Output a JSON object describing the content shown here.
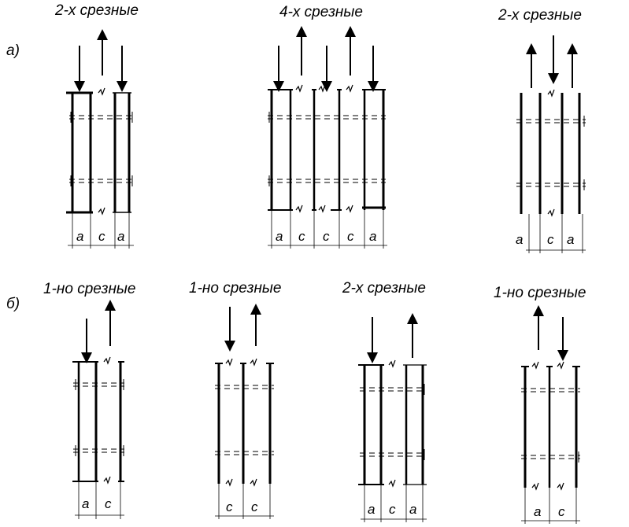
{
  "row_a": {
    "label": "а)",
    "titles": [
      "2-х срезные",
      "4-х срезные",
      "2-х срезные"
    ],
    "dims": [
      [
        "а",
        "с",
        "а"
      ],
      [
        "а",
        "с",
        "с",
        "с",
        "а"
      ],
      [
        "а",
        "с",
        "а"
      ]
    ]
  },
  "row_b": {
    "label": "б)",
    "titles": [
      "1-но срезные",
      "1-но срезные",
      "2-х срезные",
      "1-но срезные"
    ],
    "dims": [
      [
        "а",
        "с"
      ],
      [
        "с",
        "с"
      ],
      [
        "а",
        "с",
        "а"
      ],
      [
        "а",
        "с"
      ]
    ]
  },
  "colors": {
    "stroke": "#000000",
    "background": "#ffffff"
  }
}
